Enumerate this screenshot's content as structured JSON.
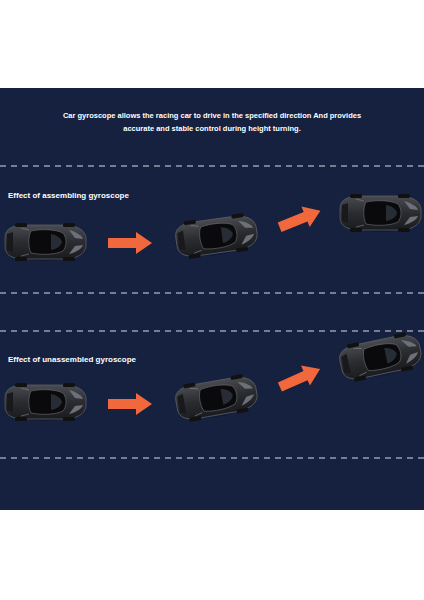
{
  "diagram": {
    "title": "Car gyroscope allows the racing car to drive in the specified direction And provides accurate and stable control during height turning.",
    "labels": [
      "Effect of assembling gyroscope",
      "Effect of unassembled gyroscope"
    ]
  }
}
